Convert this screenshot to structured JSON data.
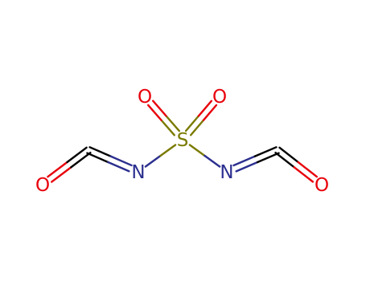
{
  "molecule": {
    "atoms": [
      {
        "id": "O1",
        "element": "O",
        "label": "O",
        "color": "#e8000b"
      },
      {
        "id": "C1",
        "element": "C",
        "label": "",
        "color": "#000000"
      },
      {
        "id": "N1",
        "element": "N",
        "label": "N",
        "color": "#2b2f8f"
      },
      {
        "id": "S",
        "element": "S",
        "label": "S",
        "color": "#7a7a00"
      },
      {
        "id": "O2",
        "element": "O",
        "label": "O",
        "color": "#e8000b"
      },
      {
        "id": "O3",
        "element": "O",
        "label": "O",
        "color": "#e8000b"
      },
      {
        "id": "N2",
        "element": "N",
        "label": "N",
        "color": "#2b2f8f"
      },
      {
        "id": "C2",
        "element": "C",
        "label": "",
        "color": "#000000"
      },
      {
        "id": "O4",
        "element": "O",
        "label": "O",
        "color": "#e8000b"
      }
    ],
    "bonds": [
      {
        "from": "O1",
        "to": "C1",
        "order": 2
      },
      {
        "from": "C1",
        "to": "N1",
        "order": 2
      },
      {
        "from": "N1",
        "to": "S",
        "order": 1
      },
      {
        "from": "S",
        "to": "O2",
        "order": 2
      },
      {
        "from": "S",
        "to": "O3",
        "order": 2
      },
      {
        "from": "S",
        "to": "N2",
        "order": 1
      },
      {
        "from": "N2",
        "to": "C2",
        "order": 2
      },
      {
        "from": "C2",
        "to": "O4",
        "order": 2
      }
    ]
  }
}
